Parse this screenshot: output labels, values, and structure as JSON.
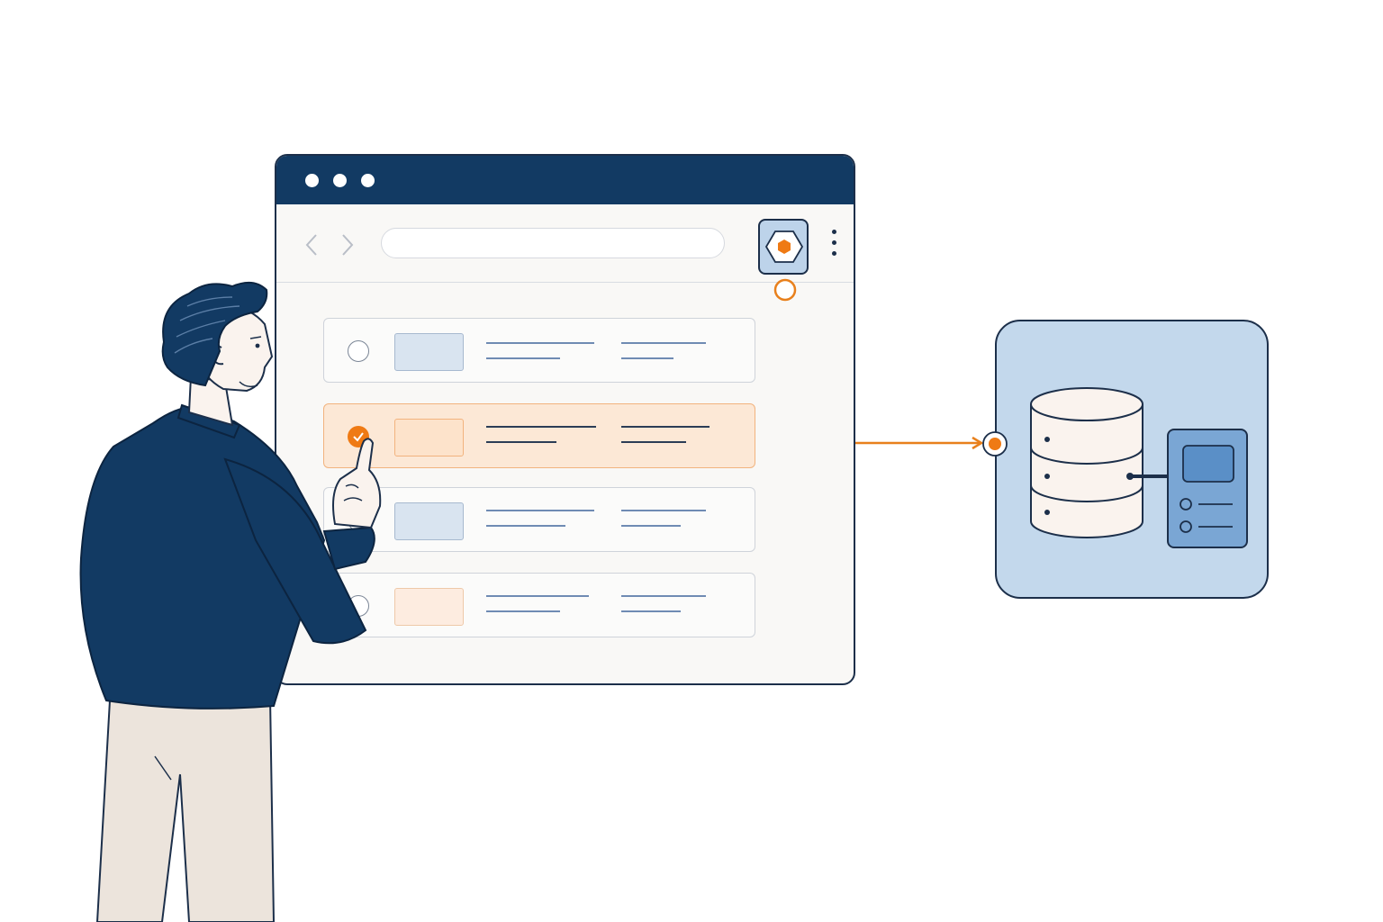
{
  "window": {
    "title_dots": [
      "window-dot-1",
      "window-dot-2",
      "window-dot-3"
    ],
    "address_bar": {
      "value": "",
      "placeholder": ""
    },
    "extension_icon": "hexagon-extension-icon",
    "menu_icon": "kebab-menu-icon"
  },
  "list": {
    "rows": [
      {
        "state": "unselected",
        "thumb_color": "blue"
      },
      {
        "state": "selected",
        "thumb_color": "orange"
      },
      {
        "state": "unselected",
        "thumb_color": "blue"
      },
      {
        "state": "unselected",
        "thumb_color": "orange"
      }
    ]
  },
  "connector": {
    "color": "#e8801c",
    "from": "extension-button",
    "to": "database-panel"
  },
  "database": {
    "icons": [
      "database-cylinder-icon",
      "server-unit-icon"
    ]
  },
  "colors": {
    "navy": "#123a63",
    "accent_orange": "#ef7a14",
    "panel_blue": "#c3d8ec",
    "pants": "#ece4dc"
  }
}
